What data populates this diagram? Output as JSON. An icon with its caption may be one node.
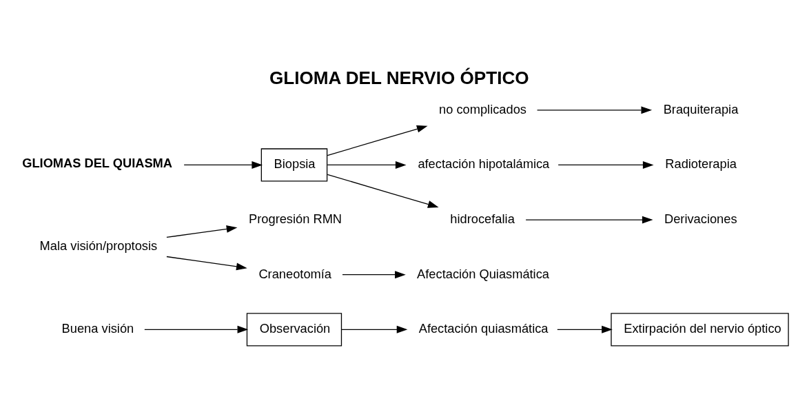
{
  "diagram": {
    "title": "GLIOMA DEL NERVIO ÓPTICO",
    "nodes": [
      {
        "text": [
          "Buena visión"
        ]
      },
      {
        "text": [
          "Observación"
        ]
      },
      {
        "text": [
          "Afectación quiasmática"
        ]
      },
      {
        "text": [
          "Extirpación del nervio óptico"
        ]
      },
      {
        "text": [
          "Mala visión/proptosis"
        ]
      },
      {
        "text": [
          "Progresión RMN"
        ]
      },
      {
        "text": [
          "Craneotomía"
        ]
      },
      {
        "text": [
          "Afectación Quiasmática"
        ]
      },
      {
        "text": [
          "GLIOMAS DEL QUIASMA"
        ]
      },
      {
        "text": [
          "Biopsia"
        ]
      },
      {
        "text": [
          "Braquiterapia"
        ]
      },
      {
        "text": [
          "no complicados"
        ]
      },
      {
        "text": [
          "Radioterapia"
        ]
      },
      {
        "text": [
          "afectación hipotalámica"
        ]
      },
      {
        "text": [
          "Derivaciones"
        ]
      },
      {
        "text": [
          "hidrocefalia"
        ]
      }
    ],
    "edges": [
      {
        "from": 0,
        "to": 1,
        "arrow": "to"
      },
      {
        "from": 1,
        "to": 2,
        "arrow": "to"
      },
      {
        "from": 2,
        "to": 3,
        "arrow": "to"
      },
      {
        "from": 4,
        "to": 6,
        "arrow": "to"
      },
      {
        "from": 4,
        "to": 5,
        "arrow": "to"
      },
      {
        "from": 6,
        "to": 7,
        "arrow": "to"
      },
      {
        "from": 8,
        "to": 9,
        "arrow": "to"
      },
      {
        "from": 9,
        "to": 11,
        "arrow": "to"
      },
      {
        "from": 9,
        "to": 13,
        "arrow": "to"
      },
      {
        "from": 9,
        "to": 15,
        "arrow": "to"
      },
      {
        "from": 11,
        "to": 10,
        "arrow": "to"
      },
      {
        "from": 13,
        "to": 12,
        "arrow": "to"
      },
      {
        "from": 15,
        "to": 14,
        "arrow": "to"
      }
    ]
  }
}
